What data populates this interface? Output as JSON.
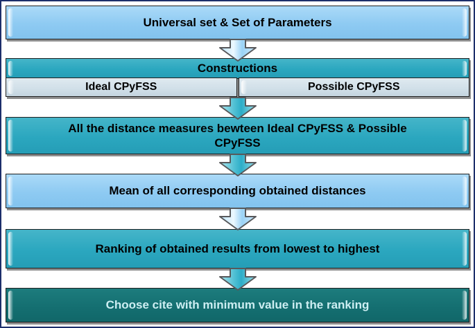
{
  "page": {
    "border_color": "#1c2e6b",
    "background": "#ffffff"
  },
  "colors": {
    "light_blue_box": "#8ecaf2",
    "teal_box": "#2ba7bf",
    "dark_teal_box": "#146e70",
    "gray_sub_box": "#d2e0e9",
    "arrow_blue": "#9bd3f6",
    "arrow_cyan": "#2cadc8",
    "shadow_gray": "#8d8d8d",
    "dark_box_text": "#cdeef2"
  },
  "flow": {
    "boxes": [
      {
        "label": "Universal set & Set of Parameters",
        "variant": "light-blue"
      },
      {
        "label": "Constructions",
        "variant": "teal",
        "sub_boxes": [
          {
            "label": "Ideal CPyFSS"
          },
          {
            "label": "Possible CPyFSS"
          }
        ]
      },
      {
        "label": "All the distance measures bewteen Ideal CPyFSS & Possible\nCPyFSS",
        "variant": "teal"
      },
      {
        "label": "Mean of all corresponding obtained distances",
        "variant": "light-blue"
      },
      {
        "label": "Ranking of obtained results from lowest to highest",
        "variant": "teal"
      },
      {
        "label": "Choose cite with minimum value in the ranking",
        "variant": "dark-teal"
      }
    ],
    "arrows": [
      {
        "direction": "down",
        "color": "blue"
      },
      {
        "direction": "down",
        "color": "cyan"
      },
      {
        "direction": "down",
        "color": "cyan"
      },
      {
        "direction": "down",
        "color": "blue"
      },
      {
        "direction": "down",
        "color": "cyan"
      }
    ]
  }
}
